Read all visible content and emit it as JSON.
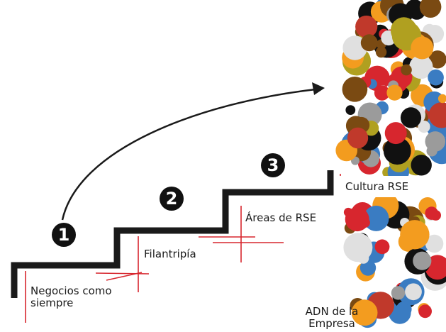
{
  "steps": [
    {
      "number": "1",
      "label": "Negocios como\nsiempre"
    },
    {
      "number": "2",
      "label": "Filantripía"
    },
    {
      "number": "3",
      "label": "Áreas de RSE"
    }
  ],
  "top_label": "Cultura RSE",
  "bottom_label": "ADN  de la\nEmpresa",
  "colors": {
    "stairs": "#1a1a1a",
    "accent_red": "#d7262e",
    "arrow": "#1a1a1a",
    "bubbles": [
      "#f39c1f",
      "#d7262e",
      "#7a4a12",
      "#3a7cc2",
      "#9b9b9b",
      "#c0392b",
      "#111111",
      "#e0e0e0",
      "#b0a020"
    ]
  }
}
